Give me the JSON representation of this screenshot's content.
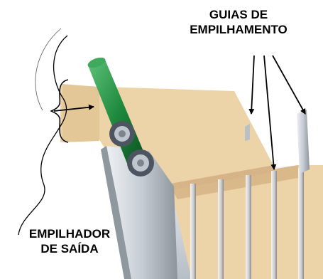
{
  "labels": {
    "stacking_guides": {
      "line1": "GUIAS DE",
      "line2": "EMPILHAMENTO"
    },
    "output_stacker": {
      "line1": "EMPILHADOR",
      "line2": "DE SAÍDA"
    }
  },
  "colors": {
    "paper": "#e9cfa2",
    "paper_shadow": "#d9b98a",
    "roller": "#1f8a3e",
    "roller_dark": "#0f5e27",
    "metal": "#c9cfd6",
    "metal_dark": "#8c949c",
    "arrow": "#000000"
  }
}
